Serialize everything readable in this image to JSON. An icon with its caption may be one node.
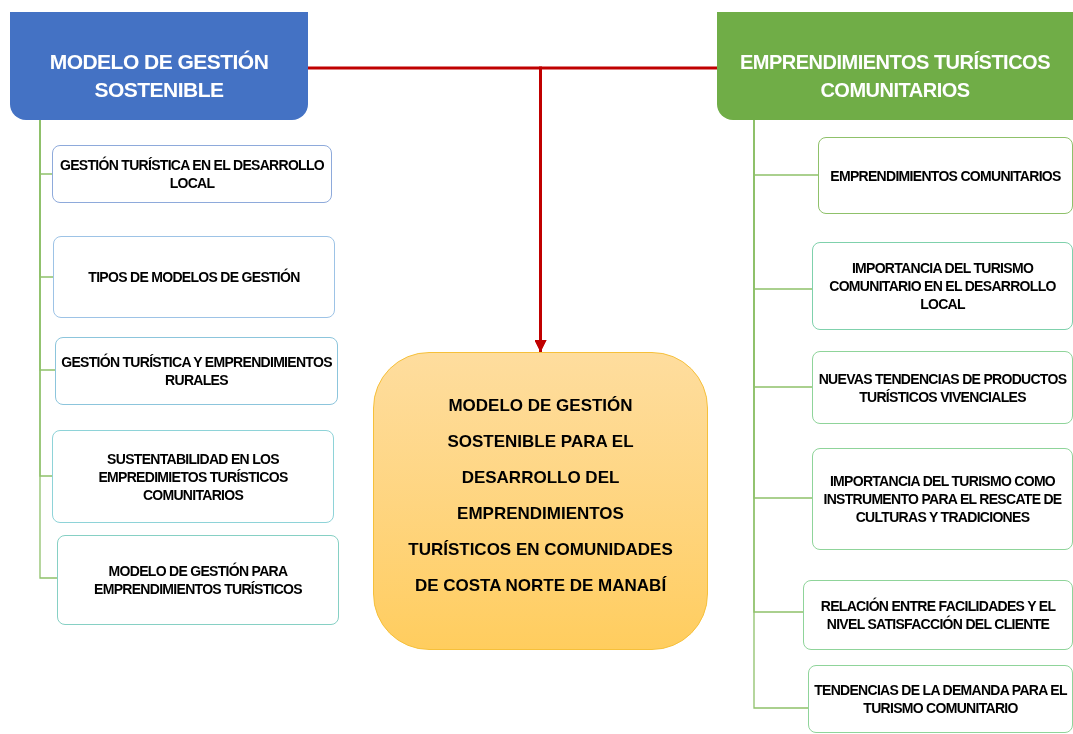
{
  "diagram": {
    "nodes": [
      {
        "text": [
          "MODELO DE GESTIÓN SOSTENIBLE"
        ]
      },
      {
        "text": [
          "EMPRENDIMIENTOS TURÍSTICOS COMUNITARIOS"
        ]
      },
      {
        "text": [
          "MODELO DE GESTIÓN SOSTENIBLE PARA EL DESARROLLO DEL EMPRENDIMIENTOS TURÍSTICOS EN COMUNIDADES DE COSTA NORTE DE MANABÍ"
        ]
      },
      {
        "text": [
          "GESTIÓN TURÍSTICA EN EL DESARROLLO LOCAL"
        ]
      },
      {
        "text": [
          "TIPOS DE MODELOS DE GESTIÓN"
        ]
      },
      {
        "text": [
          "GESTIÓN TURÍSTICA Y EMPRENDIMIENTOS RURALES"
        ]
      },
      {
        "text": [
          "SUSTENTABILIDAD EN LOS EMPREDIMIETOS TURÍSTICOS COMUNITARIOS"
        ]
      },
      {
        "text": [
          "MODELO DE GESTIÓN PARA EMPRENDIMIENTOS TURÍSTICOS"
        ]
      },
      {
        "text": [
          "EMPRENDIMIENTOS COMUNITARIOS"
        ]
      },
      {
        "text": [
          "IMPORTANCIA DEL TURISMO COMUNITARIO EN EL DESARROLLO LOCAL"
        ]
      },
      {
        "text": [
          "NUEVAS TENDENCIAS DE PRODUCTOS TURÍSTICOS VIVENCIALES"
        ]
      },
      {
        "text": [
          "IMPORTANCIA DEL TURISMO COMO INSTRUMENTO PARA EL RESCATE DE CULTURAS Y TRADICIONES"
        ]
      },
      {
        "text": [
          "RELACIÓN ENTRE FACILIDADES Y EL NIVEL SATISFACCIÓN DEL CLIENTE"
        ]
      },
      {
        "text": [
          "TENDENCIAS DE LA DEMANDA PARA EL TURISMO COMUNITARIO"
        ]
      }
    ],
    "edges": [
      {
        "from": 0,
        "to": 2,
        "arrow": "to",
        "style": "thick",
        "color": "#c00000"
      },
      {
        "from": 1,
        "to": 2,
        "arrow": "to",
        "style": "thick",
        "color": "#c00000"
      },
      {
        "from": 0,
        "to": 3,
        "arrow": "none"
      },
      {
        "from": 0,
        "to": 4,
        "arrow": "none"
      },
      {
        "from": 0,
        "to": 5,
        "arrow": "none"
      },
      {
        "from": 0,
        "to": 6,
        "arrow": "none"
      },
      {
        "from": 0,
        "to": 7,
        "arrow": "none"
      },
      {
        "from": 1,
        "to": 8,
        "arrow": "none"
      },
      {
        "from": 1,
        "to": 9,
        "arrow": "none"
      },
      {
        "from": 1,
        "to": 10,
        "arrow": "none"
      },
      {
        "from": 1,
        "to": 11,
        "arrow": "none"
      },
      {
        "from": 1,
        "to": 12,
        "arrow": "none"
      },
      {
        "from": 1,
        "to": 13,
        "arrow": "none"
      }
    ]
  }
}
